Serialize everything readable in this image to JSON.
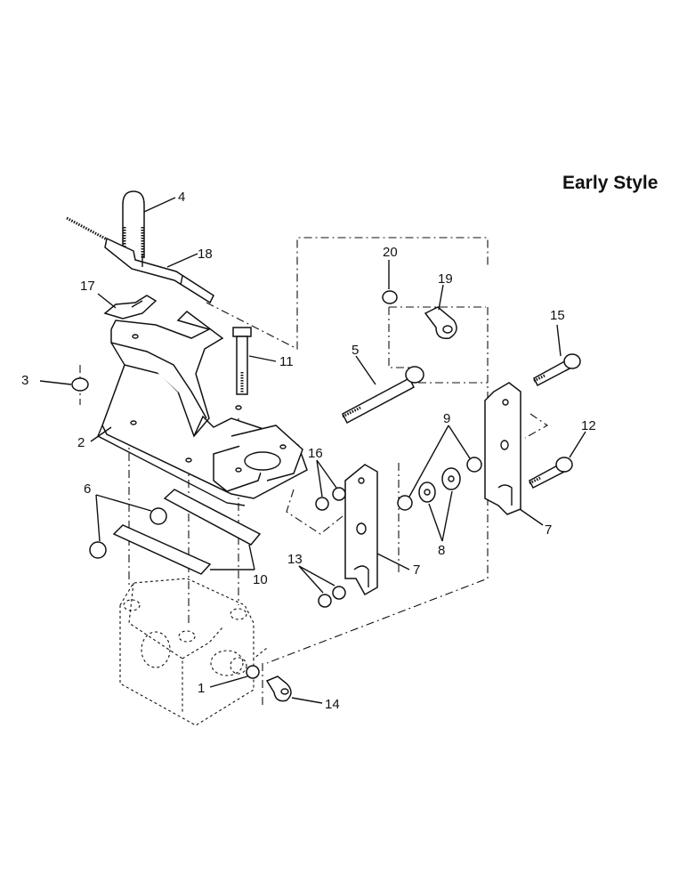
{
  "title": "Early Style",
  "callouts": [
    {
      "id": "c1",
      "label": "1"
    },
    {
      "id": "c2",
      "label": "2"
    },
    {
      "id": "c3",
      "label": "3"
    },
    {
      "id": "c4",
      "label": "4"
    },
    {
      "id": "c5",
      "label": "5"
    },
    {
      "id": "c6",
      "label": "6"
    },
    {
      "id": "c7a",
      "label": "7"
    },
    {
      "id": "c7b",
      "label": "7"
    },
    {
      "id": "c8",
      "label": "8"
    },
    {
      "id": "c9",
      "label": "9"
    },
    {
      "id": "c10",
      "label": "10"
    },
    {
      "id": "c11",
      "label": "11"
    },
    {
      "id": "c12",
      "label": "12"
    },
    {
      "id": "c13",
      "label": "13"
    },
    {
      "id": "c14",
      "label": "14"
    },
    {
      "id": "c15",
      "label": "15"
    },
    {
      "id": "c16",
      "label": "16"
    },
    {
      "id": "c17",
      "label": "17"
    },
    {
      "id": "c18",
      "label": "18"
    },
    {
      "id": "c19",
      "label": "19"
    },
    {
      "id": "c20",
      "label": "20"
    }
  ]
}
